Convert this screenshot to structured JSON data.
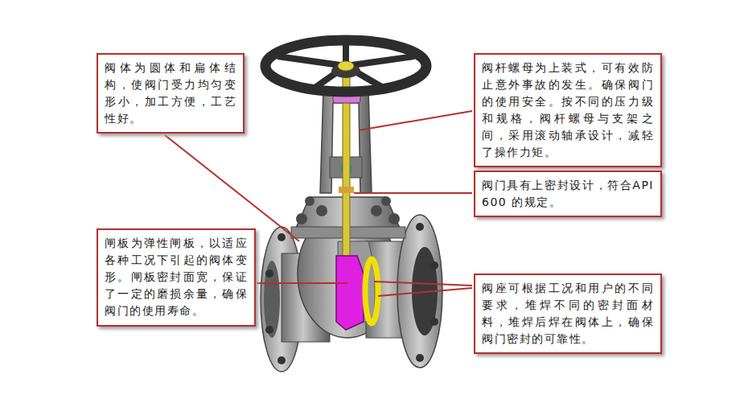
{
  "diagram": {
    "nodes": [
      {
        "text": [
          "阀体为圆体和扁体结构，使阀门受力均匀变形小，加工方便，工艺性好。"
        ]
      },
      {
        "text": [
          "阀杆螺母为上装式，可有效防止意外事故的发生。确保阀门的使用安全。按不同的压力级和规格，阀杆螺母与支架之间，采用滚动轴承设计，减轻了操作力矩。"
        ]
      },
      {
        "text": [
          "阀门具有上密封设计，符合API600 的规定。"
        ]
      },
      {
        "text": [
          "闸板为弹性闸板，以适应各种工况下引起的阀体变形。闸板密封面宽，保证了一定的磨损余量，确保阀门的使用寿命。"
        ]
      },
      {
        "text": [
          "阀座可根据工况和用户的不同要求，堆焊不同的密封面材料，堆焊后焊在阀体上，确保阀门密封的可靠性。"
        ]
      }
    ]
  }
}
